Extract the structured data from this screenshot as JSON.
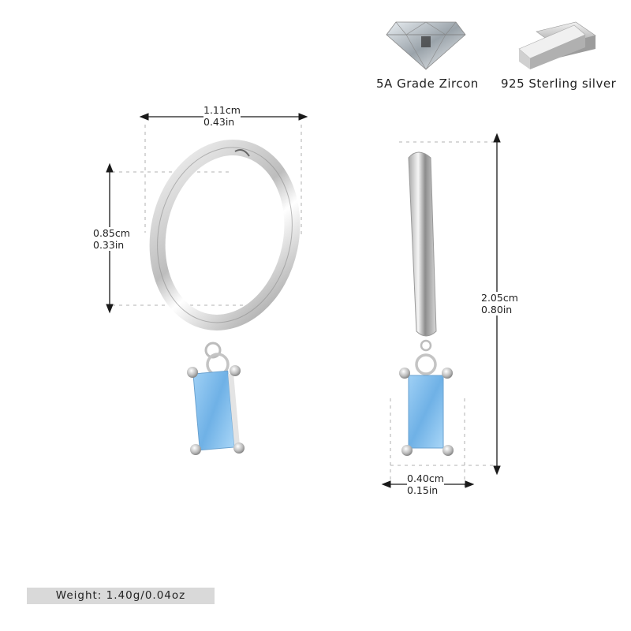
{
  "features": [
    {
      "icon": "diamond-icon",
      "label": "5A Grade Zircon"
    },
    {
      "icon": "silver-bars-icon",
      "label": "925 Sterling silver"
    }
  ],
  "dimensions": {
    "hoop_width": {
      "cm": "1.11cm",
      "in": "0.43in"
    },
    "hoop_inner_height": {
      "cm": "0.85cm",
      "in": "0.33in"
    },
    "total_length": {
      "cm": "2.05cm",
      "in": "0.80in"
    },
    "charm_width": {
      "cm": "0.40cm",
      "in": "0.15in"
    }
  },
  "weight": {
    "label": "Weight: 1.40g/0.04oz"
  },
  "colors": {
    "background": "#ffffff",
    "silver": "#c8c8c8",
    "gem_blue": "#7ab8e8",
    "arrow": "#1a1a1a",
    "guide_dash": "#b0b0b0",
    "weight_bar": "#d9d9d9"
  }
}
